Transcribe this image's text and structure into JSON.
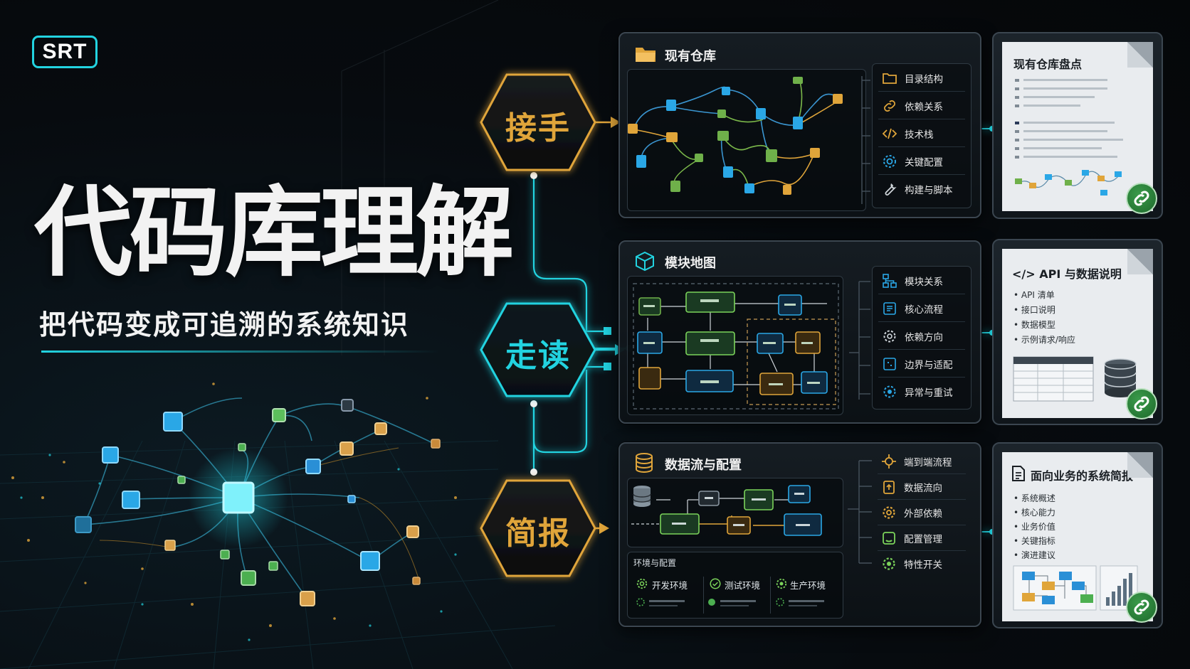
{
  "brand": {
    "logo": "SRT"
  },
  "hero": {
    "title": "代码库理解",
    "subtitle": "把代码变成可追溯的系统知识"
  },
  "stages": [
    {
      "label": "接手",
      "color": "#e0a53a"
    },
    {
      "label": "走读",
      "color": "#22d3e0"
    },
    {
      "label": "简报",
      "color": "#e0a53a"
    }
  ],
  "panels": {
    "repo": {
      "title": "现有仓库",
      "items": [
        "目录结构",
        "依赖关系",
        "技术栈",
        "关键配置",
        "构建与脚本"
      ]
    },
    "modules": {
      "title": "模块地图",
      "items": [
        "模块关系",
        "核心流程",
        "依赖方向",
        "边界与适配",
        "异常与重试"
      ]
    },
    "dataflow": {
      "title": "数据流与配置",
      "items": [
        "端到端流程",
        "数据流向",
        "外部依赖",
        "配置管理",
        "特性开关"
      ],
      "env": {
        "title": "环境与配置",
        "items": [
          "开发环境",
          "测试环境",
          "生产环境"
        ]
      }
    }
  },
  "docs": {
    "inventory": {
      "title": "现有仓库盘点"
    },
    "api": {
      "title": "</> API 与数据说明",
      "bullets": [
        "• API 清单",
        "• 接口说明",
        "• 数据模型",
        "• 示例请求/响应"
      ]
    },
    "brief": {
      "title": "面向业务的系统简报",
      "bullets": [
        "• 系统概述",
        "• 核心能力",
        "• 业务价值",
        "• 关键指标",
        "• 演进建议"
      ]
    }
  },
  "colors": {
    "cyan": "#22d3e0",
    "amber": "#e0a53a",
    "green": "#4caf50",
    "blue": "#2a8fd6",
    "panel_border": "#3b4650"
  }
}
